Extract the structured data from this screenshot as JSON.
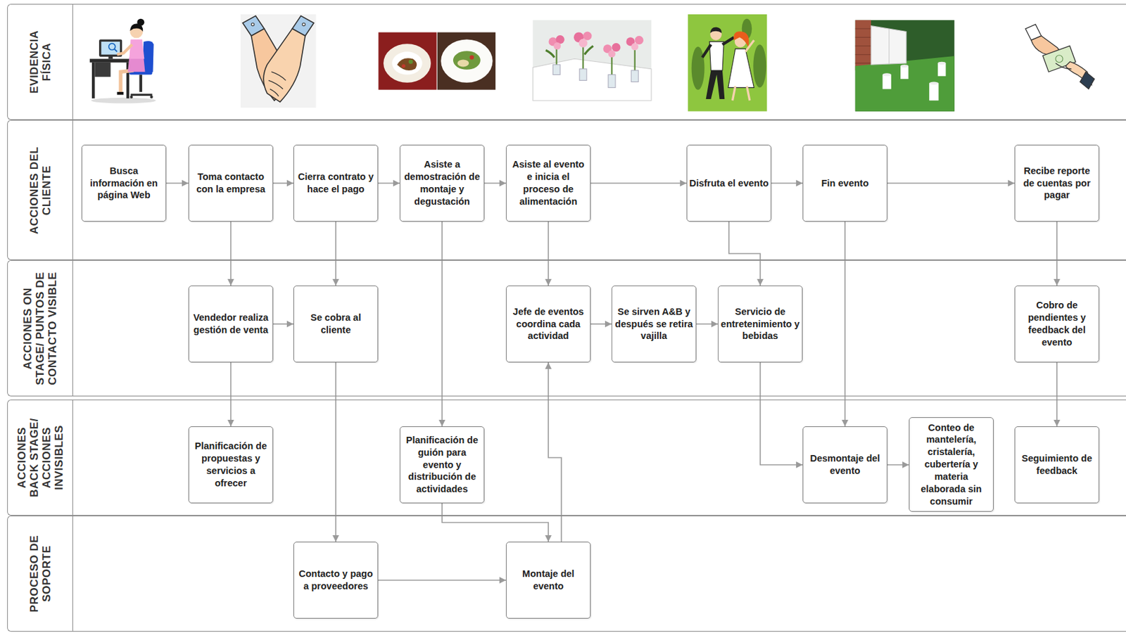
{
  "diagram": {
    "nodes": [
      {
        "text": [
          "EVIDENCIA FÍSICA"
        ]
      },
      {
        "text": [
          "ACCIONES DEL CLIENTE"
        ]
      },
      {
        "text": [
          "Busca información en página Web"
        ],
        "in": 1
      },
      {
        "text": [
          "Toma contacto con la empresa"
        ],
        "in": 1
      },
      {
        "text": [
          "Cierra contrato y hace el pago"
        ],
        "in": 1
      },
      {
        "text": [
          "Asiste a demostración de montaje y degustación"
        ],
        "in": 1
      },
      {
        "text": [
          "Asiste al evento e inicia el proceso de alimentación"
        ],
        "in": 1
      },
      {
        "text": [
          "Disfruta el evento"
        ],
        "in": 1
      },
      {
        "text": [
          "Fin evento"
        ],
        "in": 1
      },
      {
        "text": [
          "Recibe reporte de cuentas por pagar"
        ],
        "in": 1
      },
      {
        "text": [
          "ACCIONES ON STAGE/ PUNTOS DE CONTACTO VISIBLE"
        ]
      },
      {
        "text": [
          "Vendedor realiza gestión de venta"
        ],
        "in": 10
      },
      {
        "text": [
          "Se cobra al cliente"
        ],
        "in": 10
      },
      {
        "text": [
          "Jefe de eventos coordina cada actividad"
        ],
        "in": 10
      },
      {
        "text": [
          "Se sirven A&B y después se retira vajilla"
        ],
        "in": 10
      },
      {
        "text": [
          "Servicio de entretenimiento y bebidas"
        ],
        "in": 10
      },
      {
        "text": [
          "Cobro de pendientes y feedback del evento"
        ],
        "in": 10
      },
      {
        "text": [
          "ACCIONES BACK STAGE/ ACCIONES INVISIBLES"
        ]
      },
      {
        "text": [
          "Planificación de propuestas y servicios a ofrecer"
        ],
        "in": 17
      },
      {
        "text": [
          "Planificación de guión para evento y distribución de actividades"
        ],
        "in": 17
      },
      {
        "text": [
          "Desmontaje del evento"
        ],
        "in": 17
      },
      {
        "text": [
          "Conteo de mantelería, cristalería, cubertería y materia elaborada sin consumir"
        ],
        "in": 17
      },
      {
        "text": [
          "Seguimiento de feedback"
        ],
        "in": 17
      },
      {
        "text": [
          "PROCESO DE SOPORTE"
        ]
      },
      {
        "text": [
          "Contacto y pago a proveedores"
        ],
        "in": 23
      },
      {
        "text": [
          "Montaje del evento"
        ],
        "in": 23
      }
    ],
    "edges": [
      {
        "from": 2,
        "to": 3,
        "arrow": "to"
      },
      {
        "from": 3,
        "to": 4,
        "arrow": "to"
      },
      {
        "from": 4,
        "to": 5,
        "arrow": "to"
      },
      {
        "from": 5,
        "to": 6,
        "arrow": "to"
      },
      {
        "from": 6,
        "to": 7,
        "arrow": "to"
      },
      {
        "from": 7,
        "to": 8,
        "arrow": "to"
      },
      {
        "from": 8,
        "to": 9,
        "arrow": "to"
      },
      {
        "from": 3,
        "to": 11,
        "arrow": "to"
      },
      {
        "from": 11,
        "to": 18,
        "arrow": "to"
      },
      {
        "from": 11,
        "to": 12,
        "arrow": "to"
      },
      {
        "from": 4,
        "to": 12,
        "arrow": "to"
      },
      {
        "from": 12,
        "to": 24,
        "arrow": "to"
      },
      {
        "from": 5,
        "to": 19,
        "arrow": "to"
      },
      {
        "from": 19,
        "to": 25,
        "arrow": "to"
      },
      {
        "from": 24,
        "to": 25,
        "arrow": "to"
      },
      {
        "from": 25,
        "to": 13,
        "arrow": "to"
      },
      {
        "from": 6,
        "to": 13,
        "arrow": "to"
      },
      {
        "from": 13,
        "to": 14,
        "arrow": "to"
      },
      {
        "from": 14,
        "to": 15,
        "arrow": "to"
      },
      {
        "from": 7,
        "to": 15,
        "arrow": "to"
      },
      {
        "from": 15,
        "to": 20,
        "arrow": "to"
      },
      {
        "from": 8,
        "to": 20,
        "arrow": "to"
      },
      {
        "from": 20,
        "to": 21,
        "arrow": "to"
      },
      {
        "from": 9,
        "to": 16,
        "arrow": "to"
      },
      {
        "from": 16,
        "to": 22,
        "arrow": "to"
      }
    ]
  }
}
